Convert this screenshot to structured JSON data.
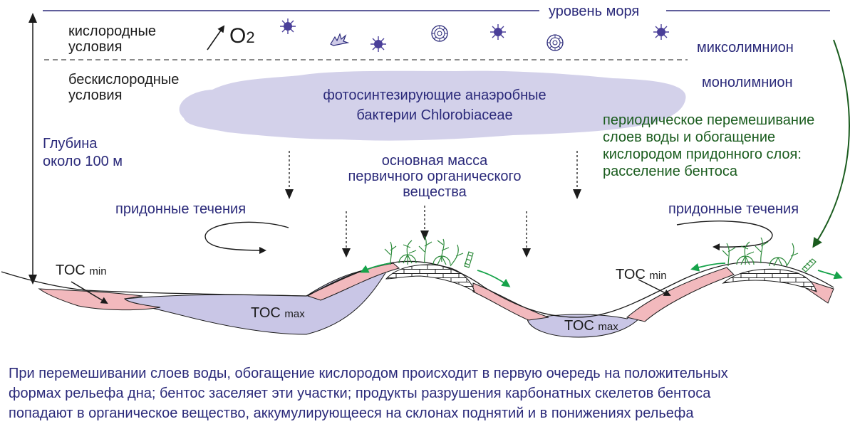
{
  "sea_level_label": "уровень моря",
  "oxic_conditions": [
    "кислородные",
    "условия"
  ],
  "anoxic_conditions": [
    "бескислородные",
    "условия"
  ],
  "oxygen_symbol": "O",
  "oxygen_subscript": "2",
  "mixolimnion": "миксолимнион",
  "monolimnion": "монолимнион",
  "bacteria_cloud": [
    "фотосинтезирующие анаэробные",
    "бактерии Chlorobiaceae"
  ],
  "depth_label": [
    "Глубина",
    "около 100 м"
  ],
  "organic_matter": [
    "основная масса",
    "первичного органического",
    "вещества"
  ],
  "mixing_note": [
    "периодическое перемешивание",
    "слоев воды и обогащение",
    "кислородом придонного слоя:",
    "расселение бентоса"
  ],
  "bottom_currents_left": "придонные течения",
  "bottom_currents_right": "придонные течения",
  "toc_min_left": {
    "main": "TOC",
    "sub": "min"
  },
  "toc_max_left": {
    "main": "TOC",
    "sub": "max"
  },
  "toc_max_right": {
    "main": "TOC",
    "sub": "max"
  },
  "toc_min_right": {
    "main": "TOC",
    "sub": "min"
  },
  "caption": [
    "При перемешивании слоев воды, обогащение кислородом происходит в первую очередь на положительных",
    "формах рельефа дна; бентос заселяет эти участки; продукты разрушения карбонатных скелетов бентоса",
    "попадают в органическое вещество, аккумулирующееся на склонах поднятий и в понижениях рельефа"
  ],
  "colors": {
    "navy": "#2b2a7a",
    "green": "#1a5c1e",
    "bacteria": "#d3d1ea",
    "toc_pink": "#f2b9bd",
    "toc_lavender": "#c9c6e6",
    "organism": "#4a3f99"
  },
  "icons": [
    "plankton-star-icon",
    "coral-fragment-icon",
    "ammonite-icon",
    "benthos-plant-icon",
    "flow-arrow-icon"
  ]
}
